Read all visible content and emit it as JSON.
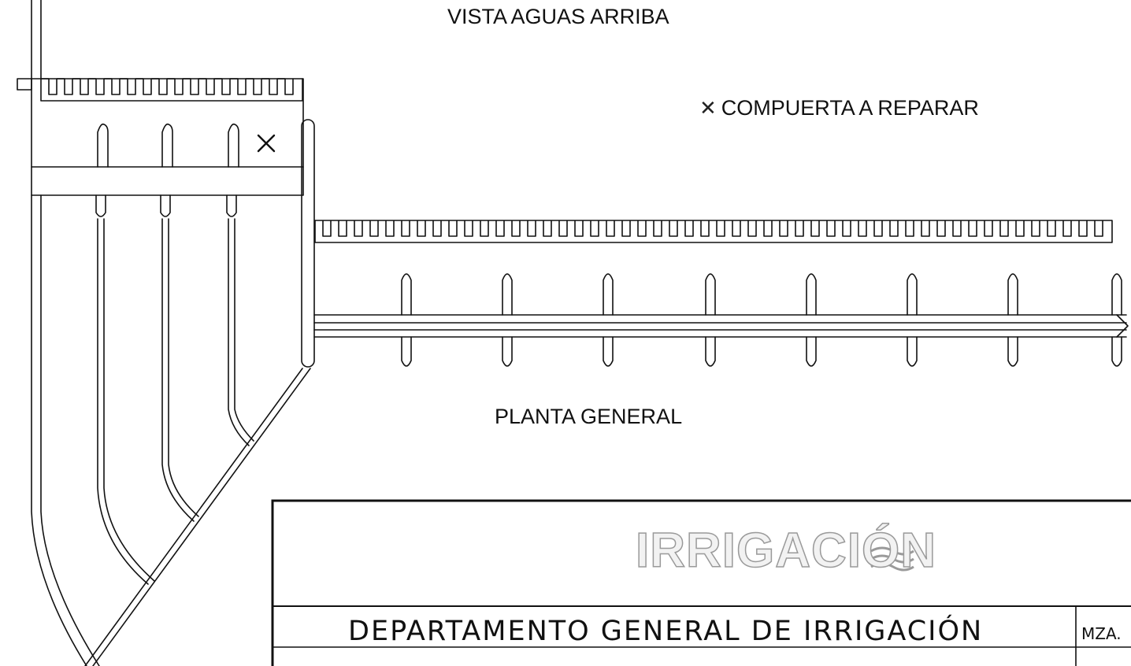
{
  "labels": {
    "title_top": "VISTA AGUAS ARRIBA",
    "legend_mark": "✕",
    "legend_text": "COMPUERTA  A REPARAR",
    "title_mid": "PLANTA GENERAL"
  },
  "title_block": {
    "logo": "IRRIGACIÓN",
    "department": "DEPARTAMENTO GENERAL DE IRRIGACIÓN",
    "mza": "MZA."
  }
}
